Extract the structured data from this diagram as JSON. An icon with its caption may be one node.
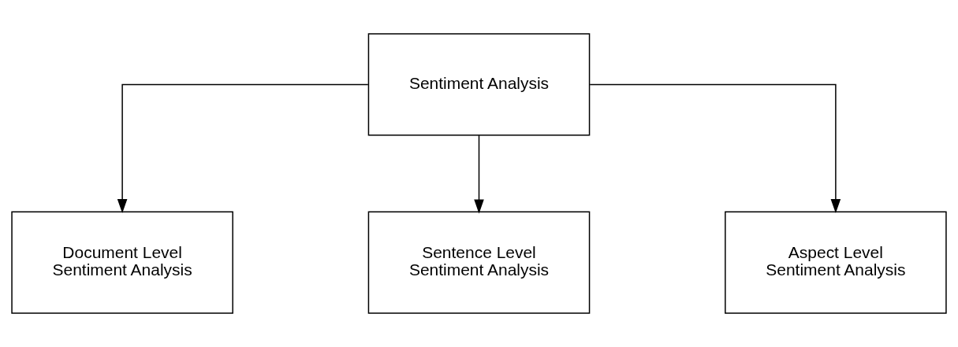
{
  "diagram": {
    "nodes": [
      {
        "text": [
          "Sentiment Analysis"
        ]
      },
      {
        "text": [
          "Document Level Sentiment Analysis"
        ]
      },
      {
        "text": [
          "Sentence Level Sentiment Analysis"
        ]
      },
      {
        "text": [
          "Aspect Level Sentiment Analysis"
        ]
      }
    ],
    "edges": [
      {
        "from": 0,
        "to": 1,
        "arrow": "to"
      },
      {
        "from": 0,
        "to": 2,
        "arrow": "to"
      },
      {
        "from": 0,
        "to": 3,
        "arrow": "to"
      }
    ]
  }
}
